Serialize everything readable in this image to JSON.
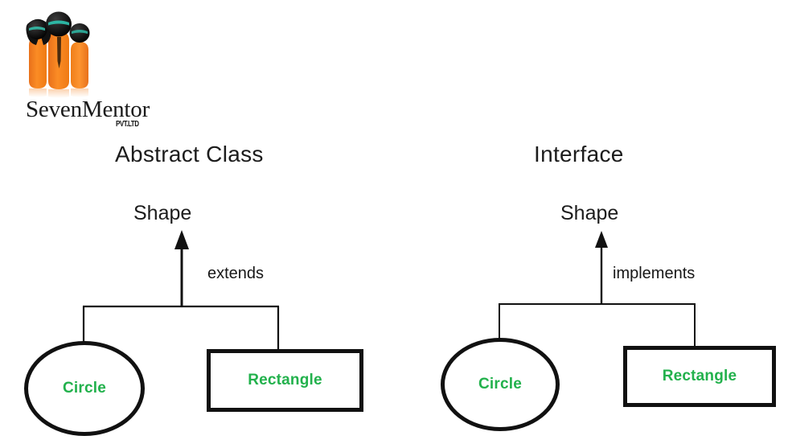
{
  "colors": {
    "background": "#ffffff",
    "stroke": "#111111",
    "leaf_text": "#22b14c",
    "logo_body": "#f58220",
    "logo_head": "#141414",
    "heading_text": "#1c1c1c"
  },
  "logo": {
    "name": "SevenMentor",
    "suffix": "PVT.LTD",
    "mark_alt": "three-figures-logo-icon"
  },
  "diagrams": [
    {
      "id": "abstract-class",
      "title": "Abstract Class",
      "root": "Shape",
      "relation": "extends",
      "children": [
        {
          "shape": "ellipse",
          "label": "Circle"
        },
        {
          "shape": "rectangle",
          "label": "Rectangle"
        }
      ]
    },
    {
      "id": "interface",
      "title": "Interface",
      "root": "Shape",
      "relation": "implements",
      "children": [
        {
          "shape": "ellipse",
          "label": "Circle"
        },
        {
          "shape": "rectangle",
          "label": "Rectangle"
        }
      ]
    }
  ]
}
